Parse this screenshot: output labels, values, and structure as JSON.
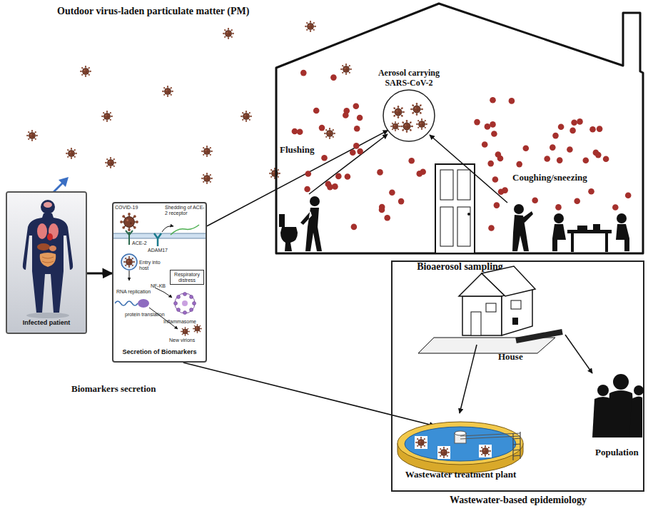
{
  "diagram": {
    "nodes": [
      {
        "text": [
          "Infected patient"
        ]
      },
      {
        "text": [
          "Secretion of Biomarkers"
        ]
      },
      {
        "text": [
          "Respiratory distress"
        ],
        "in": 1
      },
      {
        "text": [
          "Bioaerosol sampling"
        ]
      },
      {
        "text": [
          "Aerosol carrying SARS-CoV-2"
        ],
        "in": 3
      },
      {
        "text": [
          "Wastewater-based epidemiology"
        ]
      },
      {
        "text": [
          "Wastewater treatment plant"
        ],
        "in": 5
      }
    ],
    "edges": [
      {
        "from": 0,
        "to": 1,
        "arrow": "to"
      },
      {
        "from": 1,
        "to": 4,
        "arrow": "to"
      },
      {
        "from": 1,
        "to": 6,
        "arrow": "to"
      }
    ],
    "labels": [
      "Outdoor virus-laden particulate matter (PM)",
      "Biomarkers secretion",
      "COVID-19",
      "Shedding of ACE-2 receptor",
      "ACE-2",
      "ADAM17",
      "Entry into host",
      "NF-KB",
      "RNA replication",
      "protein translation",
      "Inflammasome",
      "New virions",
      "Flushing",
      "Coughing/sneezing",
      "House",
      "Population"
    ]
  }
}
